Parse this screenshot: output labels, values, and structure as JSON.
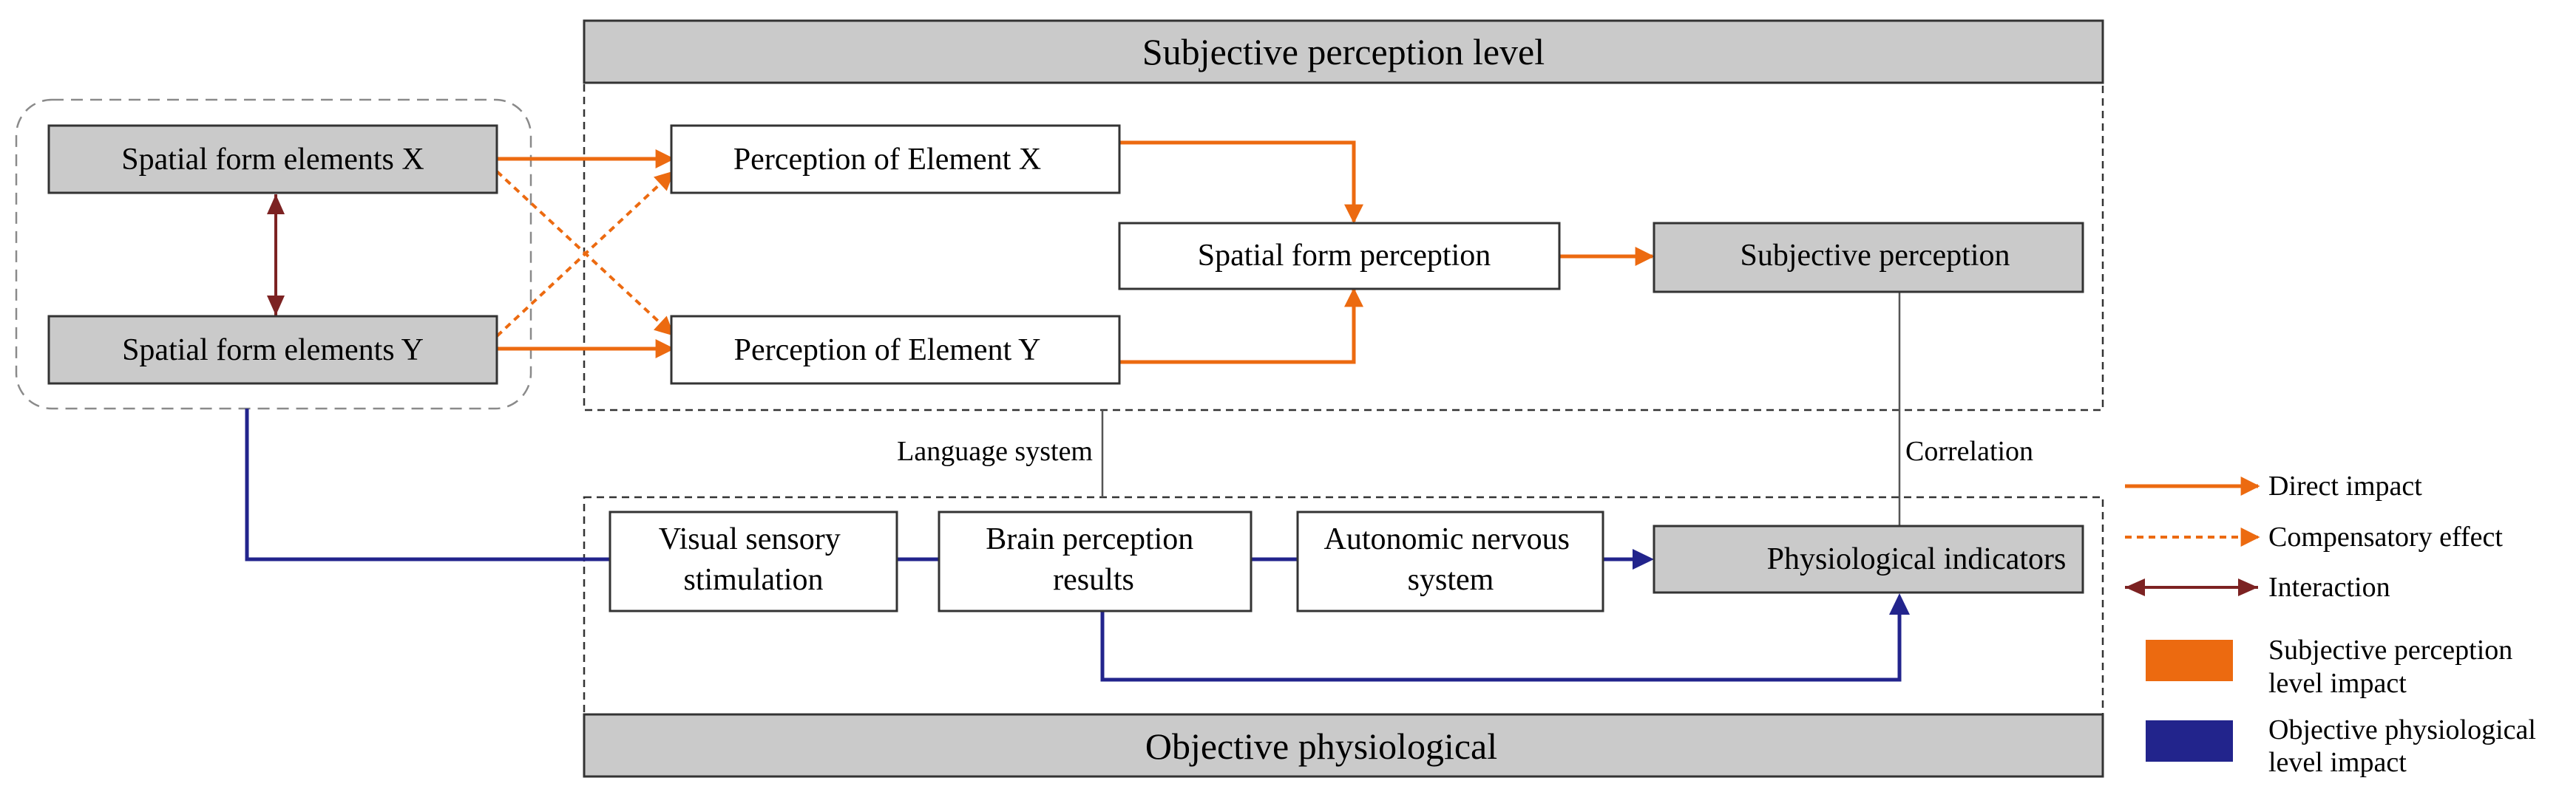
{
  "colors": {
    "orange": "#ec6a10",
    "navy": "#22248c",
    "maroon": "#7c2222",
    "box_gray": "#cacaca",
    "border": "#333333"
  },
  "headers": {
    "subjective": "Subjective perception level",
    "objective": "Objective physiological"
  },
  "nodes": {
    "elem_x": "Spatial form elements X",
    "elem_y": "Spatial form elements Y",
    "perc_x": "Perception of Element X",
    "perc_y": "Perception of Element Y",
    "spatial_perc": "Spatial form perception",
    "subj_perc": "Subjective perception",
    "visual": [
      "Visual sensory",
      "stimulation"
    ],
    "brain": [
      "Brain perception",
      "results"
    ],
    "autonomic": [
      "Autonomic nervous",
      "system"
    ],
    "physio": "Physiological indicators"
  },
  "labels": {
    "language": "Language system",
    "correlation": "Correlation"
  },
  "legend": {
    "direct": "Direct impact",
    "compensatory": "Compensatory effect",
    "interaction": "Interaction",
    "subjective_level": [
      "Subjective perception",
      "level impact"
    ],
    "objective_level": [
      "Objective physiological",
      "level impact"
    ]
  }
}
